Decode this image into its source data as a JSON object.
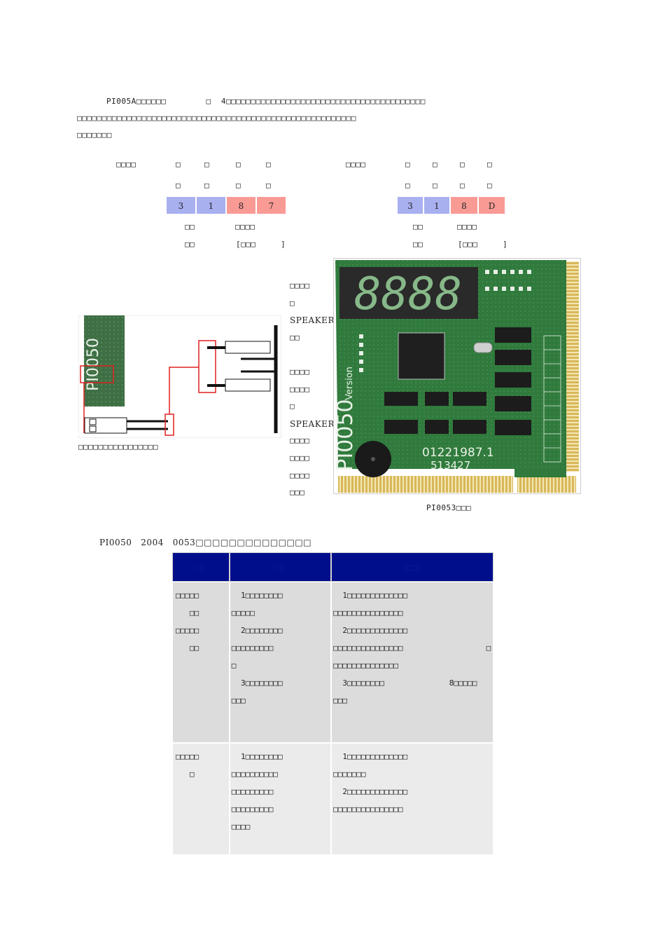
{
  "intro": {
    "line1": "PI005A□□□□□□        □  4□□□□□□□□□□□□□□□□□□□□□□□□□□□□□□□□□□□□□□□□",
    "line2": "□□□□□□□□□□□□□□□□□□□□□□□□□□□□□□□□□□□□□□□□□□□□□□□□□□□□□□□□",
    "line3": "□□□□□□□"
  },
  "left_group": {
    "label": "□□□□",
    "row1": [
      "□",
      "□",
      "□",
      "□"
    ],
    "row2": [
      "□",
      "□",
      "□",
      "□"
    ],
    "digits": [
      "3",
      "1",
      "8",
      "7"
    ],
    "sub1": [
      "□□",
      "□□□□"
    ],
    "sub2": [
      "□□",
      "[□□□     ]"
    ]
  },
  "right_group": {
    "label": "□□□□",
    "row1": [
      "□",
      "□",
      "□",
      "□"
    ],
    "row2": [
      "□",
      "□",
      "□",
      "□"
    ],
    "digits": [
      "3",
      "1",
      "8",
      "D"
    ],
    "sub1": [
      "□□",
      "□□□□"
    ],
    "sub2": [
      "□□",
      "[□□□     ]"
    ]
  },
  "middle_lines": [
    "□□□□",
    "□",
    "SPEAKER",
    "□□",
    "",
    "□□□□",
    "□□□□",
    "□",
    "SPEAKER",
    "□□□□",
    "□□□□",
    "□□□□",
    "□□□"
  ],
  "cable_caption": "□□□□□□□□□□□□□□□□",
  "board": {
    "display": "8888",
    "version_text": "Version",
    "model_text": "PI0050",
    "serial": "01221987.1",
    "serial2": "513427",
    "caption": "PI0053□□□"
  },
  "table_title": "PI0050   2004   0053□□□□□□□□□□□□□□",
  "table": {
    "headers": [
      "□□",
      "□□",
      "□□□□"
    ],
    "rows": [
      {
        "col1": [
          "",
          "",
          "□□□□□",
          "   □□",
          "",
          "□□□□□",
          "   □□"
        ],
        "col2": [
          "  1□□□□□□□□",
          "□□□□□",
          "",
          "  2□□□□□□□□",
          "□□□□□□□□□",
          "□",
          "",
          "  3□□□□□□□□",
          "□□□"
        ],
        "col3": [
          "  1□□□□□□□□□□□□□",
          "□□□□□□□□□□□□□□□",
          "",
          "  2□□□□□□□□□□□□□",
          "□□□□□□□□□□□□□□□                  □",
          "□□□□□□□□□□□□□□",
          "",
          "  3□□□□□□□□              8□□□□□",
          "□□□"
        ]
      },
      {
        "col1": [
          "",
          "",
          "□□□□□",
          "   □"
        ],
        "col2": [
          "  1□□□□□□□□",
          "□□□□□□□□□□",
          "□□□□□□□□□",
          "□□□□□□□□□",
          "□□□□"
        ],
        "col3": [
          "",
          "  1□□□□□□□□□□□□□",
          "□□□□□□□",
          "",
          "  2□□□□□□□□□□□□□",
          "□□□□□□□□□□□□□□□"
        ]
      }
    ]
  },
  "colors": {
    "blue_cell": "#a8b0f0",
    "red_cell": "#f99a95",
    "table_header": "#000e8c",
    "pcb_green": "#2f7a3c"
  }
}
